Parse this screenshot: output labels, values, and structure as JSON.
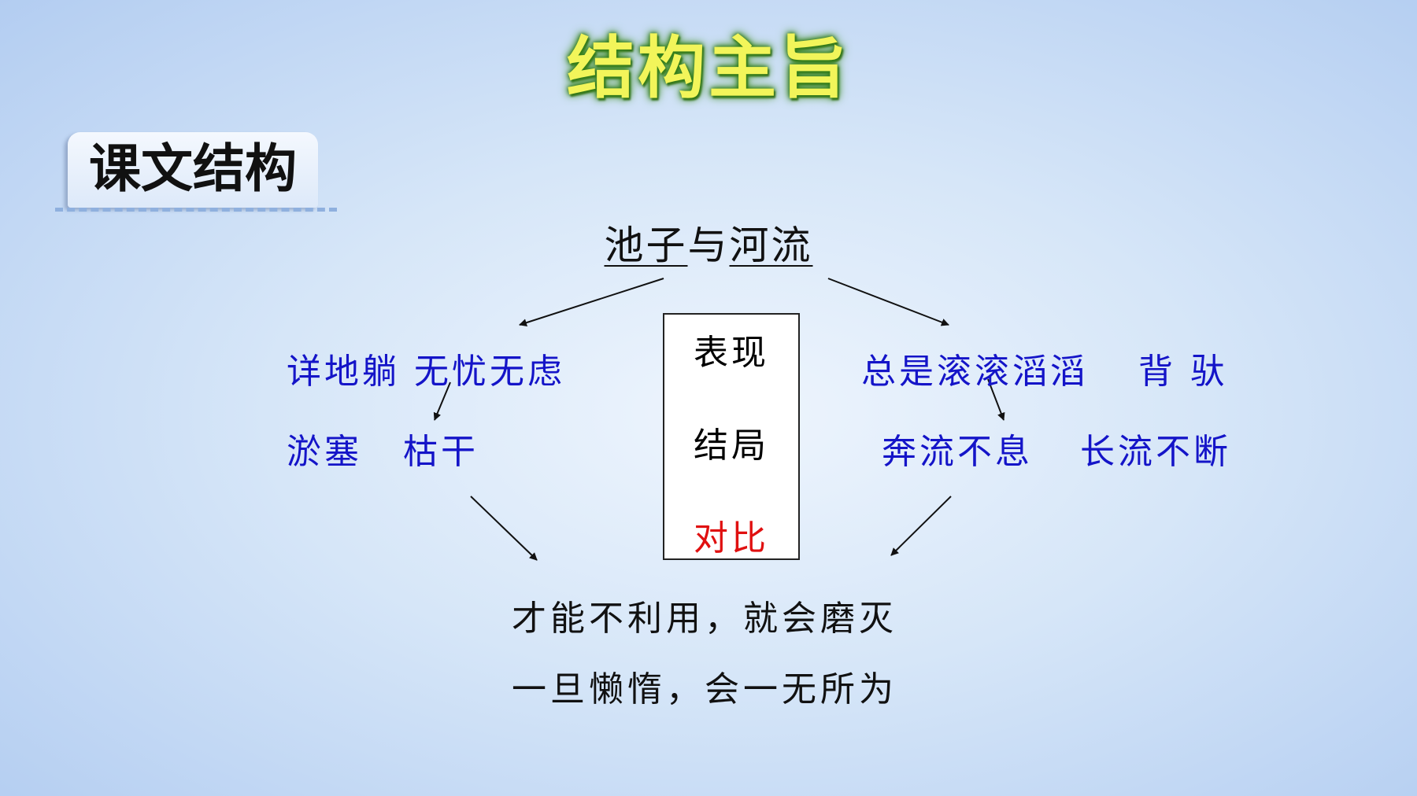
{
  "slide": {
    "title": "结构主旨"
  },
  "section_tab": {
    "label": "课文结构"
  },
  "lesson": {
    "title_part1": "池子",
    "title_part2": "与",
    "title_part3": "河流"
  },
  "left": {
    "line1": "详地躺  无忧无虑",
    "line2a": "淤塞",
    "line2b": "枯干"
  },
  "right": {
    "line1a": "总是滚滚滔滔",
    "line1b": "背 驮",
    "line2a": "奔流不息",
    "line2b": "长流不断"
  },
  "center_box": {
    "item1": "表现",
    "item2": "结局",
    "item3": "对比"
  },
  "conclusion": {
    "line1": "才能不利用，就会磨灭",
    "line2": "一旦懒惰，会一无所为"
  },
  "colors": {
    "accent_blue": "#1414c8",
    "highlight_red": "#e01010",
    "title_yellow": "#f2f55a",
    "title_glow": "#2f7a18"
  }
}
